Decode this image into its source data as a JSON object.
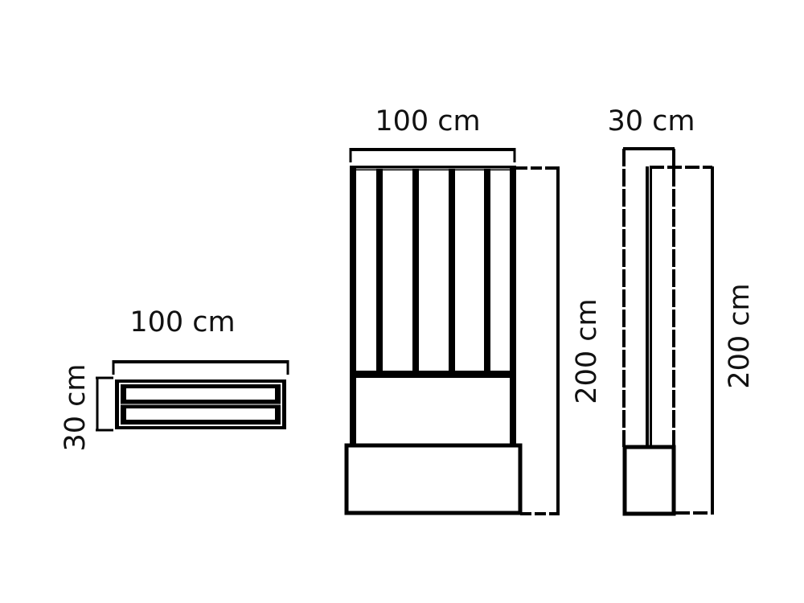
{
  "diagram": {
    "subject": "planter with trellis",
    "colors": {
      "line": "#000000",
      "background": "#ffffff",
      "text": "#111111"
    },
    "views": {
      "top": {
        "width_label": "100 cm",
        "depth_label": "30 cm"
      },
      "front": {
        "width_label": "100 cm",
        "height_label": "200 cm",
        "trellis_bars": 4
      },
      "side": {
        "depth_label": "30 cm",
        "height_label": "200 cm"
      }
    }
  }
}
